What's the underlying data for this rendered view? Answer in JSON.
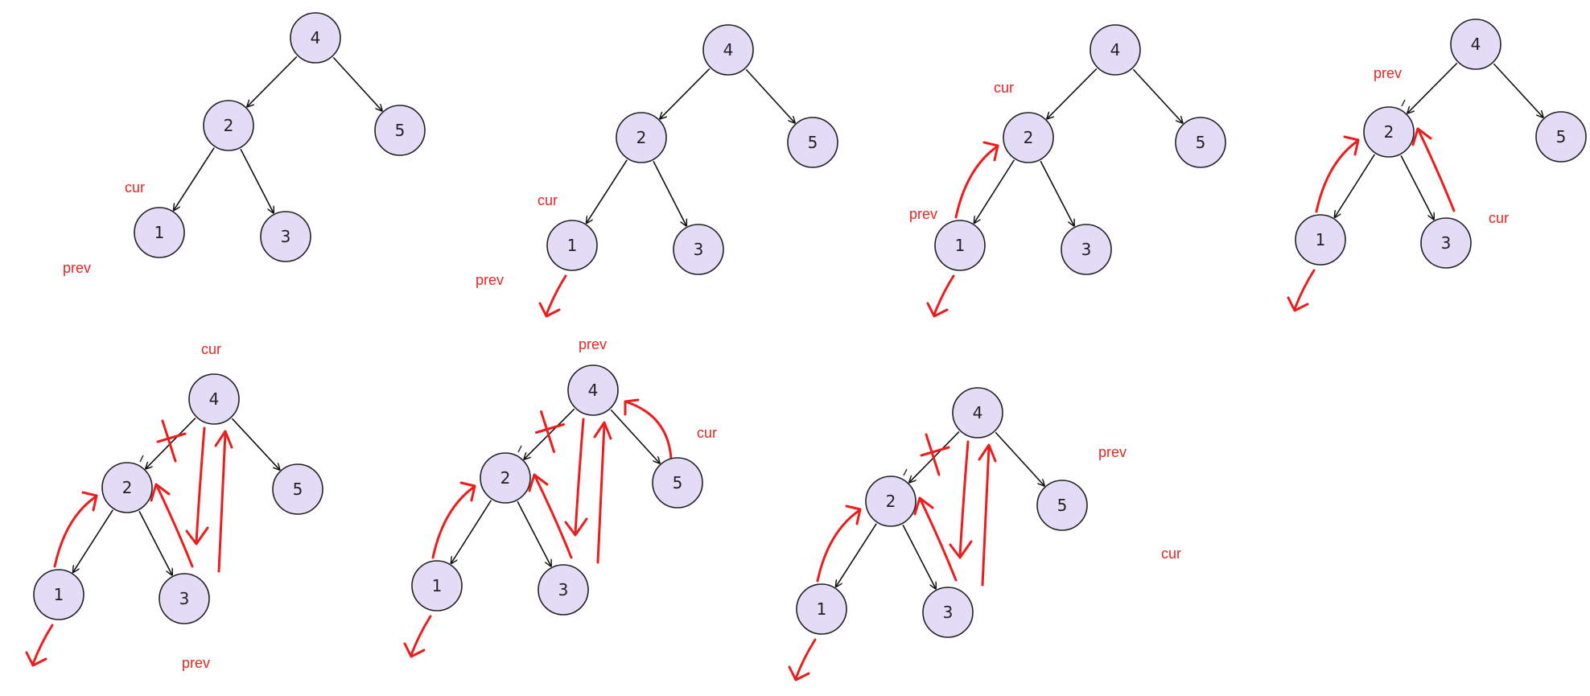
{
  "node_values": [
    "4",
    "2",
    "5",
    "1",
    "3"
  ],
  "panels": [
    {
      "cur": "cur",
      "prev": "prev"
    },
    {
      "cur": "cur",
      "prev": "prev"
    },
    {
      "cur": "cur",
      "prev": "prev"
    },
    {
      "cur": "cur",
      "prev": "prev"
    },
    {
      "cur": "cur",
      "prev": "prev"
    },
    {
      "cur": "cur",
      "prev": "prev"
    },
    {
      "cur": "cur",
      "prev": "prev"
    }
  ],
  "colors": {
    "node_fill": "#e4dcf7",
    "pointer_label": "#e8251f",
    "annotation": "#ee1d1d"
  }
}
